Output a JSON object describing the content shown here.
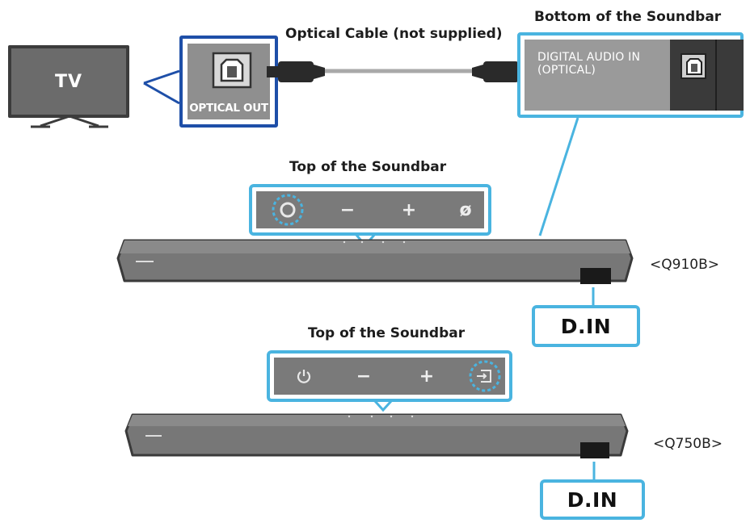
{
  "captions": {
    "optical_cable": "Optical Cable (not supplied)",
    "bottom_of_soundbar": "Bottom of the Soundbar",
    "top_of_soundbar_1": "Top of the Soundbar",
    "top_of_soundbar_2": "Top of the Soundbar"
  },
  "tv": {
    "label": "TV"
  },
  "tv_port": {
    "label": "OPTICAL OUT"
  },
  "soundbar_port": {
    "label_line1": "DIGITAL AUDIO IN",
    "label_line2": "(OPTICAL)"
  },
  "q910b": {
    "model": "<Q910B>",
    "buttons": [
      "○",
      "−",
      "+",
      "ø"
    ],
    "din_label": "D.IN"
  },
  "q750b": {
    "model": "<Q750B>",
    "buttons": [
      "⏻",
      "−",
      "+",
      "input"
    ],
    "din_label": "D.IN"
  },
  "colors": {
    "callout_blue": "#4ab4e0",
    "port_blue": "#1e4fa8",
    "soundbar_gray": "#767676"
  },
  "icons": [
    "tv-icon",
    "optical-port-icon",
    "power-icon",
    "minus-icon",
    "plus-icon",
    "input-source-icon"
  ]
}
